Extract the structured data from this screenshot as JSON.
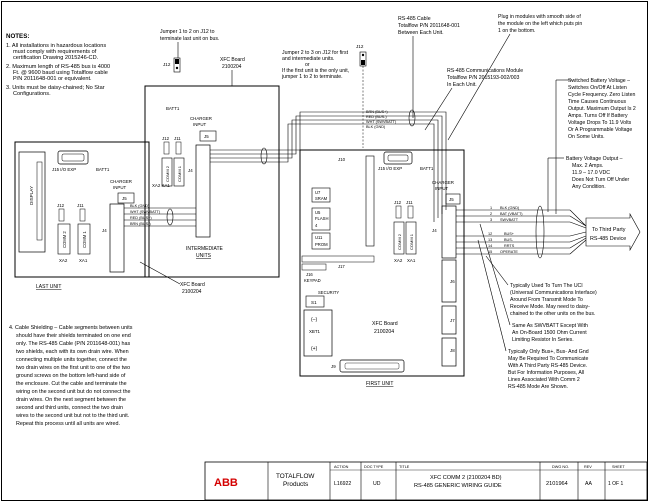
{
  "notes": {
    "heading": "NOTES:",
    "n1": [
      "1.  All installations in hazardous locations",
      "must comply with requirements of",
      "certification Drawing 2015246-CD."
    ],
    "n2": [
      "2.  Maximum length of RS-485 bus is 4000",
      "Ft. @ 9600 baud using Totalflow cable",
      "P/N 2011648-001 or equivalent."
    ],
    "n3": [
      "3.  Units must be daisy-chained; No Star",
      "Configurations."
    ],
    "n4": [
      "4.  Cable Shielding – Cable segments between units",
      "should have their shields terminated on one end",
      "only. The RS-485 Cable (P/N 2011648-001) has",
      "two shields, each with its own drain wire. When",
      "connecting multiple units together, connect the",
      "two drain wires on the first unit to one of the two",
      "ground screws on the bottom left-hand side of",
      "the enclosure. Cut the cable and terminate the",
      "wiring on the second unit but do not connect the",
      "drain wires. On the next segment between the",
      "second and third units, connect the two drain",
      "wires to the second unit but not to the third unit.",
      "Repeat this process until all units are wired."
    ]
  },
  "callouts": {
    "jumper_last": [
      "Jumper 1 to 2 on J12 to",
      "terminate last unit on bus."
    ],
    "jumper_first": [
      "Jumper 2 to 3 on J12 for first",
      "and intermediate units.",
      "or",
      "If the first unit is the only unit,",
      "jumper 1 to 2 to terminate."
    ],
    "rs485_cable": [
      "RS-485 Cable",
      "Totalflow P/N 2011648-001",
      "Between Each Unit."
    ],
    "plug_in": [
      "Plug in modules with smooth side of",
      "the module on the left which puts pin",
      "1 on the bottom."
    ],
    "comm_module": [
      "RS-485 Communications Module",
      "Totalflow P/N 2015193-002/003",
      "In Each Unit."
    ],
    "switched_batt": [
      "Switched Battery Voltage –",
      "Switches On/Off At Listen",
      "Cycle Frequency. Zero Listen",
      "Time Causes Continuous",
      "Output. Maximum Output Is 2",
      "Amps. Turns Off If Battery",
      "Voltage Drops To 11.9 Volts",
      "Or A Programmable Voltage",
      "On Some Units."
    ],
    "batt_output": [
      "Battery Voltage Output –",
      "Max. 2 Amps.",
      "11.9 – 17.0 VDC",
      "Does Not Turn Off Under",
      "Any Condition."
    ],
    "uci": [
      "Typically Used To Turn The UCI",
      "(Universal Communications Interface)",
      "Around From Transmit Mode To",
      "Receive Mode. May need to daisy-",
      "chained to the other units on the bus."
    ],
    "same_as": [
      "Same As SWVBATT Except With",
      "An On-Board 1500 Ohm Current",
      "Limiting Resistor In Series."
    ],
    "bus_only": [
      "Typically Only Bus+, Bus- And Gnd",
      "May Be Required To Communicate",
      "With A Third Party RS-485 Device.",
      "But For Information Purposes, All",
      "Lines Associated With Comm 2",
      "RS-485 Mode Are Shown."
    ],
    "third_party": [
      "To Third Party",
      "RS-485 Device"
    ]
  },
  "boards": {
    "xfc_mid": [
      "XFC Board",
      "2100204"
    ],
    "xfc_last": [
      "XFC Board",
      "2100204"
    ],
    "xfc_first": [
      "XFC Board",
      "2100204"
    ],
    "last_unit": "LAST UNIT",
    "intermediate_units": [
      "INTERMEDIATE",
      "UNITS"
    ],
    "first_unit": "FIRST UNIT"
  },
  "components": {
    "j12": "J12",
    "batt1": "BATT1",
    "charger_input": [
      "CHARGER",
      "INPUT"
    ],
    "j5": "J5",
    "j4": "J4",
    "j6": "J6",
    "j7": "J7",
    "j8": "J8",
    "j9": "J9",
    "j10": "J10",
    "j11": "J11",
    "j15_io_exp": "J15   I/O EXP",
    "xa1": "XA1",
    "xa2": "XA2",
    "xa2xa1": "XA2 XA1",
    "comm1": "COMM 1",
    "comm2": "COMM 2",
    "display": "DISPLAY",
    "u7_sram": [
      "U7",
      "SRAM"
    ],
    "u5_flash": [
      "U5",
      "FLASH",
      "4"
    ],
    "u11_prom": [
      "U11",
      "PROM"
    ],
    "j16_keypad": [
      "J16",
      "KEYPAD"
    ],
    "j17": "J17",
    "s1_security": [
      "SECURITY",
      "S1"
    ],
    "xbt1": "XBT1",
    "minus": "(–)",
    "plus": "(+)"
  },
  "wire_labels": {
    "mid": [
      "BRN (BUS+)",
      "RED (BUS-)",
      "WHT (SWVBATT)",
      "BLK (GND)"
    ],
    "last": [
      "BLK (GND)",
      "WHT (SWVBATT)",
      "RED (BUS+)",
      "BRN (BUS-)"
    ],
    "first": [
      "BLK (GND)",
      "BAT (VBATT)",
      "SWVBATT",
      "BUS+",
      "BUS-",
      "RRTS",
      "OPERATE"
    ],
    "first_pins": [
      "1",
      "2",
      "3",
      "12",
      "13",
      "14",
      "15"
    ]
  },
  "title_block": {
    "company": "ABB",
    "division": [
      "TOTALFLOW",
      "Products"
    ],
    "action_head": "ACTION",
    "action_val": "L16922",
    "doctype_head": "DOC TYPE",
    "doctype_val": "UD",
    "title_head": "TITLE",
    "title_line1": "XFC COMM 2 (2100204 BD)",
    "title_line2": "RS-485 GENERIC WIRING GUIDE",
    "dwg_head": "DWG NO.",
    "dwg_val": "2101964",
    "rev_head": "REV",
    "rev_val": "AA",
    "sheet_head": "SHEET",
    "sheet_val": "1    OF   1"
  }
}
